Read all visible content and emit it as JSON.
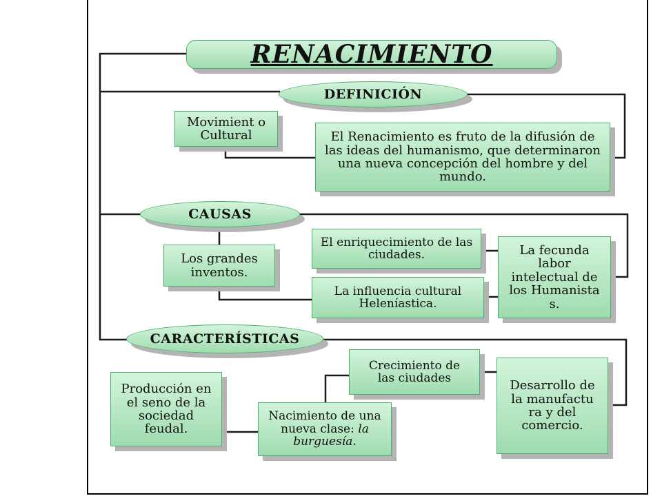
{
  "title": "RENACIMIENTO",
  "sections": {
    "definicion": "DEFINICIÓN",
    "causas": "CAUSAS",
    "caracteristicas": "CARACTERÍSTICAS"
  },
  "definicion": {
    "movimiento": "Movimient o Cultural",
    "texto": "El Renacimiento es fruto de la difusión de las ideas del humanismo, que determinaron una nueva concepción del hombre y del mundo."
  },
  "causas": {
    "inventos": "Los grandes inventos.",
    "enriquecimiento": "El enriquecimiento de las ciudades.",
    "influencia": "La influencia cultural Heleníastica.",
    "humanistas": "La fecunda labor intelectual de los Humanista s."
  },
  "caracteristicas": {
    "produccion": "Producción en el seno de la sociedad feudal.",
    "nacimiento": "Nacimiento de una nueva clase:",
    "burguesia": "la burguesía",
    "burguesia_end": ".",
    "crecimiento": "Crecimiento de las ciudades",
    "desarrollo": "Desarrollo de la manufactu ra y del comercio."
  }
}
